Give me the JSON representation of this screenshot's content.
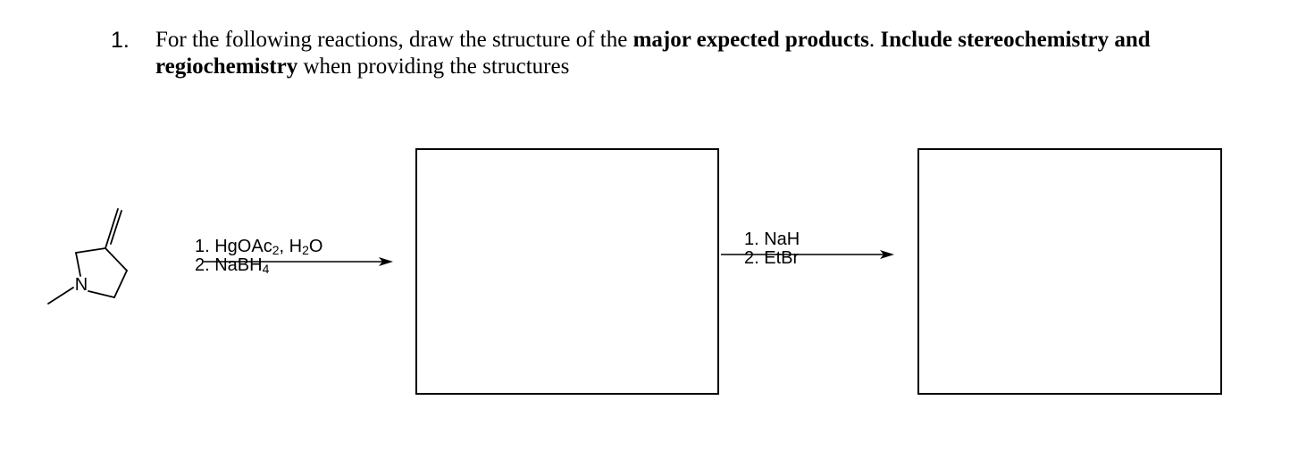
{
  "question": {
    "number": "1.",
    "text_1": "For the following reactions, draw the structure of the ",
    "bold_1": "major expected products",
    "text_2": ". ",
    "bold_2": "Include stereochemistry and regiochemistry",
    "text_3": " when providing the structures"
  },
  "starting_material": {
    "atom_label": "N"
  },
  "step1": {
    "line1_prefix": "1. HgOAc",
    "line1_sub1": "2",
    "line1_mid": ", H",
    "line1_sub2": "2",
    "line1_suffix": "O",
    "line2_prefix": "2. NaBH",
    "line2_sub": "4"
  },
  "step2": {
    "line1": "1. NaH",
    "line2": "2. EtBr"
  }
}
